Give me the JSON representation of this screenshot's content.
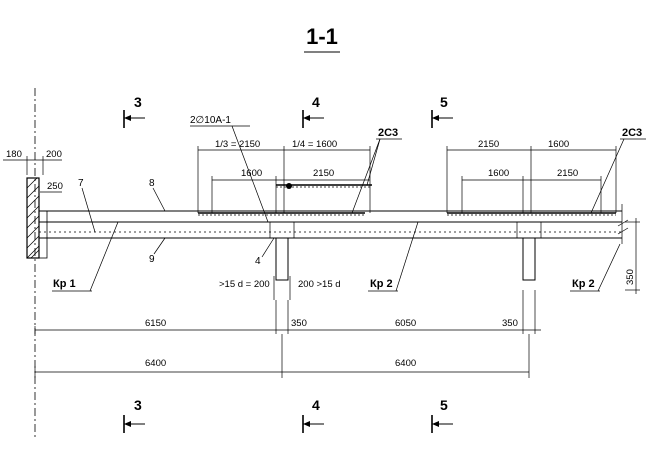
{
  "title": "1-1",
  "sections": {
    "top": [
      "3",
      "4",
      "5"
    ],
    "bottom": [
      "3",
      "4",
      "5"
    ]
  },
  "reinforcement": {
    "mark_a": "2∅10A-1",
    "mark_b": "2C3",
    "mark_c": "2C3"
  },
  "dims_upper": {
    "third": "1/3 = 2150",
    "quarter": "1/4 = 1600",
    "a1600": "1600",
    "a2150": "2150",
    "b2150_top": "2150",
    "b1600_top": "1600",
    "b1600": "1600",
    "b2150": "2150"
  },
  "dims_wall": {
    "d180": "180",
    "d200": "200",
    "d250": "250"
  },
  "numbers": {
    "n7": "7",
    "n8": "8",
    "n9": "9",
    "n4": "4"
  },
  "anchorage": {
    "left": ">15 d = 200",
    "right": "200 >15 d"
  },
  "kp": {
    "kp1": "Кр 1",
    "kp2_mid": "Кр 2",
    "kp2_right": "Кр 2"
  },
  "side_dim": "350",
  "dims_lower": {
    "span1": "6150",
    "col1": "350",
    "span2": "6050",
    "col2": "350",
    "total1": "6400",
    "total2": "6400"
  }
}
